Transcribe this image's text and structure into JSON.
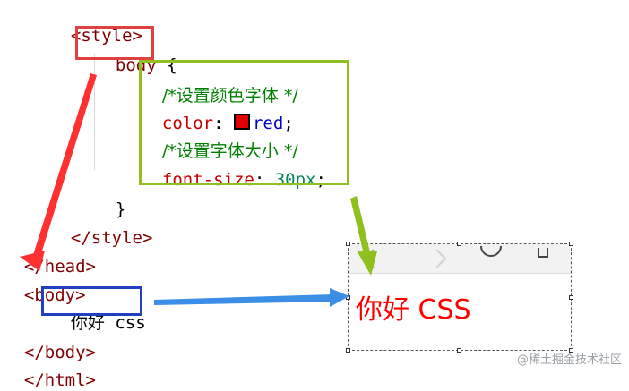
{
  "code": {
    "style_open": "<style>",
    "selector": "body",
    "brace_open": " {",
    "comment_color": "/*设置颜色字体 */",
    "prop_color": "color",
    "colon1": ": ",
    "val_color": "red",
    "semi1": ";",
    "comment_size": "/*设置字体大小 */",
    "prop_size": "font-size",
    "colon2": ": ",
    "val_size": "30px",
    "semi2": ";",
    "brace_close": "}",
    "style_close": "</style>",
    "head_close": "</head>",
    "body_open": "<body>",
    "body_text": "你好 css",
    "body_close": "</body>",
    "html_close": "</html>"
  },
  "preview": {
    "text": "你好 CSS"
  },
  "watermark": "@稀土掘金技术社区",
  "colors": {
    "red_box": "#e04040",
    "green_box": "#90c020",
    "blue_box": "#2040c0",
    "red_arrow": "#ff3030",
    "green_arrow": "#90c020",
    "blue_arrow": "#3a8ee6",
    "rendered_text": "#ff0000"
  }
}
